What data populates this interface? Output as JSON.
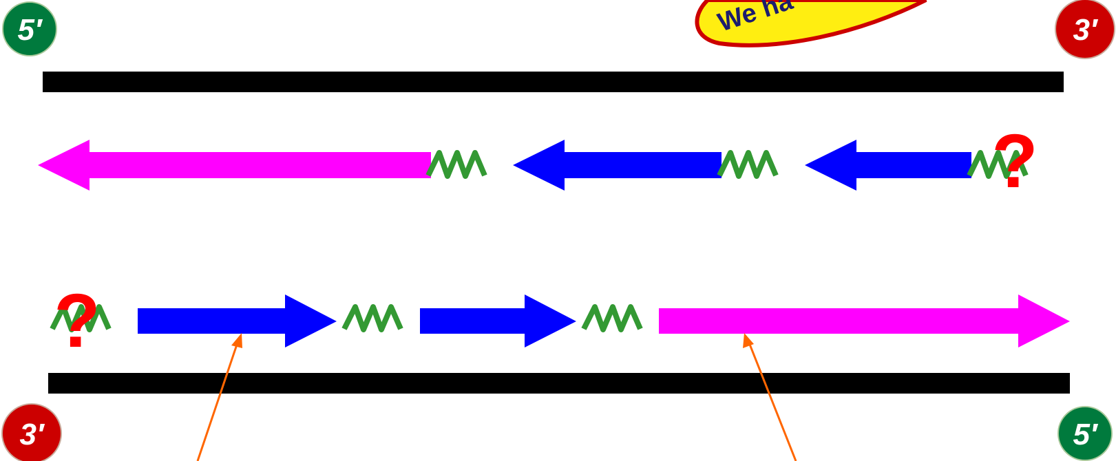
{
  "strand_ends": {
    "top_left": "5′",
    "top_right": "3′",
    "bottom_left": "3′",
    "bottom_right": "5′"
  },
  "callout": {
    "text": "We ha"
  },
  "question_mark": "?",
  "colors": {
    "strand": "#000000",
    "five_prime_circle": "#007a3d",
    "three_prime_circle": "#cc0000",
    "okazaki_fragment": "#0000ff",
    "new_segment": "#ff00ff",
    "primer": "#339933",
    "question_mark": "#ff0000",
    "pointer": "#ff6600",
    "callout_fill": "#ffee11",
    "callout_outline": "#cc0000"
  }
}
